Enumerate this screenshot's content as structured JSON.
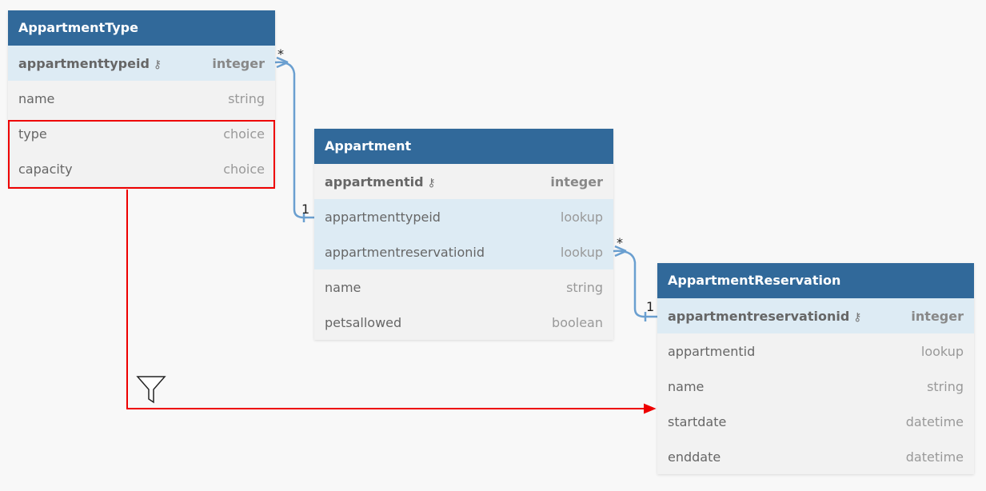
{
  "tables": [
    {
      "title": "AppartmentType",
      "rows": [
        {
          "name": "appartmenttypeid",
          "type": "integer",
          "key": true
        },
        {
          "name": "name",
          "type": "string"
        },
        {
          "name": "type",
          "type": "choice"
        },
        {
          "name": "capacity",
          "type": "choice"
        }
      ]
    },
    {
      "title": "Appartment",
      "rows": [
        {
          "name": "appartmentid",
          "type": "integer",
          "key": true
        },
        {
          "name": "appartmenttypeid",
          "type": "lookup"
        },
        {
          "name": "appartmentreservationid",
          "type": "lookup"
        },
        {
          "name": "name",
          "type": "string"
        },
        {
          "name": "petsallowed",
          "type": "boolean"
        }
      ]
    },
    {
      "title": "AppartmentReservation",
      "rows": [
        {
          "name": "appartmentreservationid",
          "type": "integer",
          "key": true
        },
        {
          "name": "appartmentid",
          "type": "lookup"
        },
        {
          "name": "name",
          "type": "string"
        },
        {
          "name": "startdate",
          "type": "datetime"
        },
        {
          "name": "enddate",
          "type": "datetime"
        }
      ]
    }
  ],
  "relations": [
    {
      "many": "*",
      "one": "1"
    },
    {
      "many": "*",
      "one": "1"
    }
  ],
  "colors": {
    "header": "#31699a",
    "key_row": "#ddebf4",
    "row": "#f2f2f2",
    "relation": "#6a9fd0",
    "highlight": "#e00000"
  }
}
